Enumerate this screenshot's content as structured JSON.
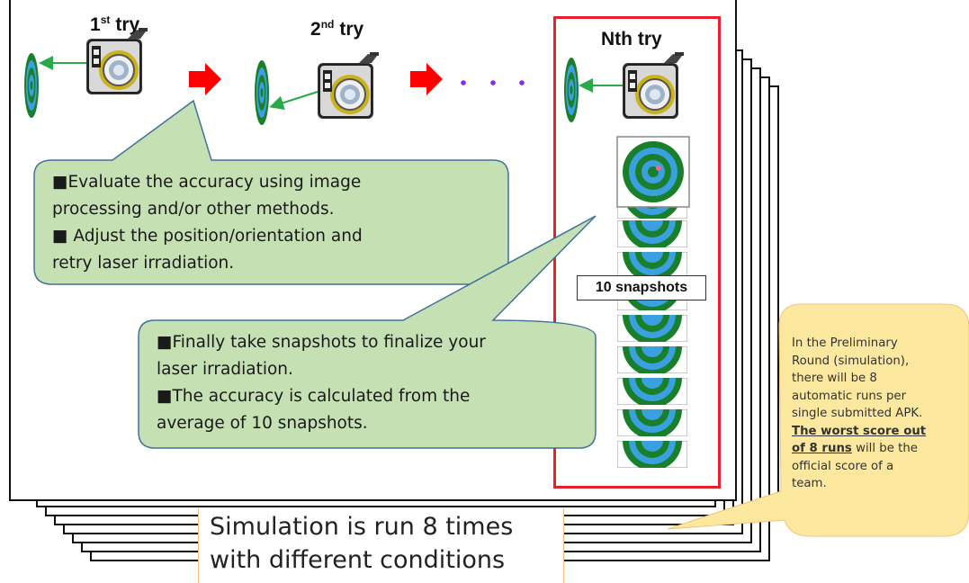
{
  "tries": {
    "first": {
      "num": "1",
      "sup": "st",
      "word": "try"
    },
    "second": {
      "num": "2",
      "sup": "nd",
      "word": "try"
    },
    "nth": "Nth try"
  },
  "callout_1": {
    "line1": "■Evaluate the accuracy using image",
    "line2": "processing and/or other methods.",
    "line3": "■ Adjust the position/orientation and",
    "line4": "retry laser irradiation."
  },
  "callout_2": {
    "line1": "■Finally take snapshots to finalize your",
    "line2": "laser irradiation.",
    "line3": "■The accuracy is calculated from the",
    "line4": "average of 10 snapshots."
  },
  "snapshots_label": "10 snapshots",
  "note": {
    "l1": "In the Preliminary",
    "l2": "Round (simulation),",
    "l3": "there will be 8",
    "l4": "automatic runs per",
    "l5": "single submitted APK.",
    "l6": "The worst score out",
    "l7": "of 8 runs",
    "l7b": " will be the",
    "l8": "official score of a",
    "l9": "team."
  },
  "banner": {
    "line1": "Simulation is run 8 times",
    "line2": "with different conditions"
  },
  "colors": {
    "callout_fill": "#c5e0b3",
    "callout_border": "#41719c",
    "note_fill": "#fde8a0",
    "arrow": "#ff0000",
    "frame": "#e8202a",
    "target_green": "#1a7f2b",
    "target_blue": "#3aa0e0",
    "dots": "#8a2be2"
  },
  "icons": [
    "target-icon",
    "camera-laser-icon",
    "right-arrow-icon"
  ]
}
